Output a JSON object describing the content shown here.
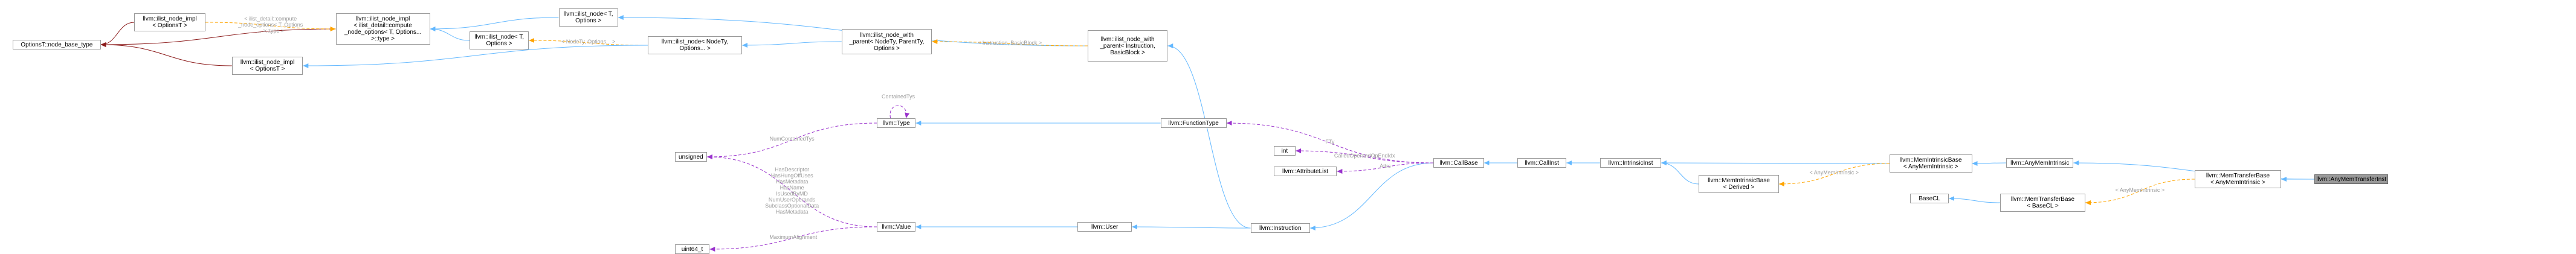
{
  "colors": {
    "inherit": "#63b8ff",
    "private": "#8b1a1a",
    "template": "#ffa500",
    "usage": "#9a32cd",
    "node_border": "#999999",
    "focus_fill": "#999999"
  },
  "nodes": [
    {
      "id": "optbase",
      "lines": [
        "OptionsT::node_base_type"
      ]
    },
    {
      "id": "ilni_opt1",
      "lines": [
        "llvm::ilist_node_impl",
        "< OptionsT >"
      ]
    },
    {
      "id": "ilni_compute",
      "lines": [
        "llvm::ilist_node_impl",
        "< ilist_detail::compute",
        "_node_options< T, Options...",
        ">::type >"
      ]
    },
    {
      "id": "ilni_opt2",
      "lines": [
        "llvm::ilist_node_impl",
        "< OptionsT >"
      ]
    },
    {
      "id": "iln_t",
      "lines": [
        "llvm::ilist_node< T,",
        "Options >"
      ]
    },
    {
      "id": "iln_t2",
      "lines": [
        "llvm::ilist_node< T,",
        "Options >"
      ]
    },
    {
      "id": "iln_nodety",
      "lines": [
        "llvm::ilist_node< NodeTy,",
        "Options... >"
      ]
    },
    {
      "id": "ilnwp_gen",
      "lines": [
        "llvm::ilist_node_with",
        "_parent< NodeTy, ParentTy,",
        "Options >"
      ]
    },
    {
      "id": "ilnwp_inst",
      "lines": [
        "llvm::ilist_node_with",
        "_parent< Instruction,",
        "BasicBlock >"
      ]
    },
    {
      "id": "type",
      "lines": [
        "llvm::Type"
      ]
    },
    {
      "id": "functiontype",
      "lines": [
        "llvm::FunctionType"
      ]
    },
    {
      "id": "unsigned",
      "lines": [
        "unsigned"
      ]
    },
    {
      "id": "value",
      "lines": [
        "llvm::Value"
      ]
    },
    {
      "id": "uint64",
      "lines": [
        "uint64_t"
      ]
    },
    {
      "id": "user",
      "lines": [
        "llvm::User"
      ]
    },
    {
      "id": "instruction",
      "lines": [
        "llvm::Instruction"
      ]
    },
    {
      "id": "int",
      "lines": [
        "int"
      ]
    },
    {
      "id": "attrlist",
      "lines": [
        "llvm::AttributeList"
      ]
    },
    {
      "id": "callbase",
      "lines": [
        "llvm::CallBase"
      ]
    },
    {
      "id": "callinst",
      "lines": [
        "llvm::CallInst"
      ]
    },
    {
      "id": "intrinsicinst",
      "lines": [
        "llvm::IntrinsicInst"
      ]
    },
    {
      "id": "mib_derived",
      "lines": [
        "llvm::MemIntrinsicBase",
        "< Derived >"
      ]
    },
    {
      "id": "mib_any",
      "lines": [
        "llvm::MemIntrinsicBase",
        "< AnyMemIntrinsic >"
      ]
    },
    {
      "id": "anymemintrinsic",
      "lines": [
        "llvm::AnyMemIntrinsic"
      ]
    },
    {
      "id": "basecl",
      "lines": [
        "BaseCL"
      ]
    },
    {
      "id": "mtb_basecl",
      "lines": [
        "llvm::MemTransferBase",
        "< BaseCL >"
      ]
    },
    {
      "id": "mtb_any",
      "lines": [
        "llvm::MemTransferBase",
        "< AnyMemIntrinsic >"
      ]
    },
    {
      "id": "anymemtransferinst",
      "lines": [
        "llvm::AnyMemTransferInst"
      ],
      "focus": true
    }
  ],
  "edges": [
    {
      "from": "ilni_opt1",
      "to": "optbase",
      "kind": "private"
    },
    {
      "from": "ilni_compute",
      "to": "optbase",
      "kind": "private"
    },
    {
      "from": "ilni_opt2",
      "to": "optbase",
      "kind": "private"
    },
    {
      "from": "ilni_opt1",
      "to": "ilni_compute",
      "kind": "template",
      "label": [
        "< ilist_detail::compute",
        "_node_options< T, Options",
        "... >::type >"
      ]
    },
    {
      "from": "iln_t",
      "to": "ilni_compute",
      "kind": "inherit"
    },
    {
      "from": "iln_t2",
      "to": "ilni_compute",
      "kind": "inherit"
    },
    {
      "from": "iln_nodety",
      "to": "iln_t2",
      "kind": "template",
      "label": [
        "< NodeTy, Options... >"
      ]
    },
    {
      "from": "ilnwp_gen",
      "to": "iln_nodety",
      "kind": "inherit"
    },
    {
      "from": "iln_nodety",
      "to": "ilni_opt2",
      "kind": "inherit"
    },
    {
      "from": "ilnwp_inst",
      "to": "iln_t",
      "kind": "inherit"
    },
    {
      "from": "ilnwp_inst",
      "to": "ilnwp_gen",
      "kind": "template",
      "label": [
        "< Instruction, BasicBlock >"
      ]
    },
    {
      "from": "functiontype",
      "to": "type",
      "kind": "inherit"
    },
    {
      "from": "type",
      "to": "type",
      "kind": "usage",
      "label": [
        "ContainedTys"
      ],
      "self": true
    },
    {
      "from": "type",
      "to": "unsigned",
      "kind": "usage",
      "label": [
        "NumContainedTys"
      ]
    },
    {
      "from": "value",
      "to": "unsigned",
      "kind": "usage",
      "label": [
        "HasDescriptor",
        "HasHungOffUses",
        "HasMetadata",
        "HasName",
        "IsUsedByMD",
        "NumUserOperands",
        "SubclassOptionalData",
        "HasMetadata"
      ]
    },
    {
      "from": "value",
      "to": "uint64",
      "kind": "usage",
      "label": [
        "MaximumAlignment"
      ]
    },
    {
      "from": "user",
      "to": "value",
      "kind": "inherit"
    },
    {
      "from": "instruction",
      "to": "user",
      "kind": "inherit"
    },
    {
      "from": "instruction",
      "to": "ilnwp_inst",
      "kind": "inherit"
    },
    {
      "from": "callbase",
      "to": "instruction",
      "kind": "inherit"
    },
    {
      "from": "callbase",
      "to": "functiontype",
      "kind": "usage",
      "label": [
        "FTy"
      ]
    },
    {
      "from": "callbase",
      "to": "int",
      "kind": "usage",
      "label": [
        "CalledOperandOpEndIdx"
      ]
    },
    {
      "from": "callbase",
      "to": "attrlist",
      "kind": "usage",
      "label": [
        "Attrs"
      ]
    },
    {
      "from": "callinst",
      "to": "callbase",
      "kind": "inherit"
    },
    {
      "from": "intrinsicinst",
      "to": "callinst",
      "kind": "inherit"
    },
    {
      "from": "mib_any",
      "to": "intrinsicinst",
      "kind": "inherit"
    },
    {
      "from": "mib_derived",
      "to": "intrinsicinst",
      "kind": "inherit"
    },
    {
      "from": "mib_any",
      "to": "mib_derived",
      "kind": "template",
      "label": [
        "< AnyMemIntrinsic >"
      ]
    },
    {
      "from": "anymemintrinsic",
      "to": "mib_any",
      "kind": "inherit"
    },
    {
      "from": "mtb_basecl",
      "to": "basecl",
      "kind": "inherit"
    },
    {
      "from": "mtb_any",
      "to": "mtb_basecl",
      "kind": "template",
      "label": [
        "< AnyMemIntrinsic >"
      ]
    },
    {
      "from": "anymemtransferinst",
      "to": "anymemintrinsic",
      "kind": "inherit"
    },
    {
      "from": "anymemtransferinst",
      "to": "mtb_any",
      "kind": "inherit"
    }
  ]
}
